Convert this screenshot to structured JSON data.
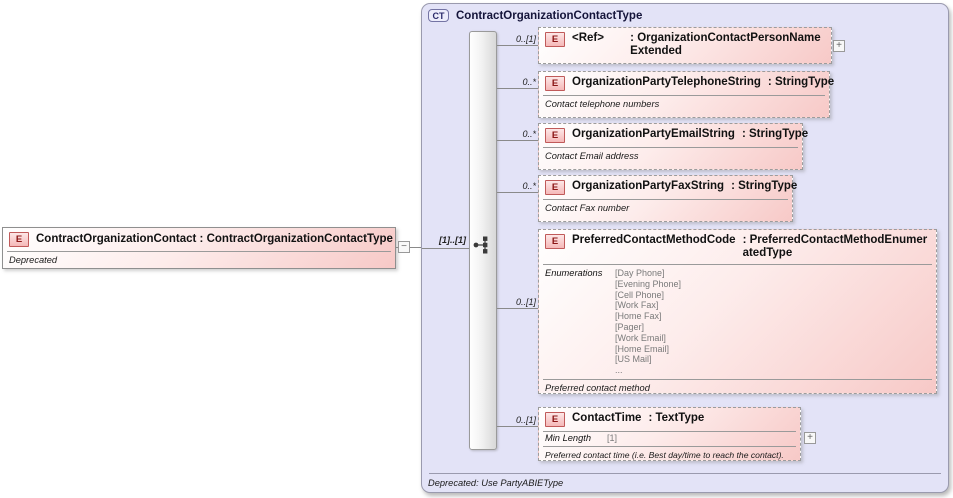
{
  "diagram": {
    "root_element": {
      "icon": "E",
      "title": "ContractOrganizationContact : ContractOrganizationContactType",
      "annotation": "Deprecated"
    },
    "connector": {
      "cardinality": "[1]..[1]",
      "collapse_glyph": "−",
      "expand_glyph": "+",
      "compositor": "sequence"
    },
    "complex_type": {
      "badge": "CT",
      "title": "ContractOrganizationContactType",
      "footer_annotation": "Deprecated: Use PartyABIEType",
      "children": [
        {
          "icon": "E",
          "name": "<Ref>",
          "type": ": OrganizationContactPersonNameExtended",
          "cardinality": "0..[1]"
        },
        {
          "icon": "E",
          "name": "OrganizationPartyTelephoneString",
          "type": ": StringType",
          "cardinality": "0..*",
          "annotation": "Contact telephone numbers"
        },
        {
          "icon": "E",
          "name": "OrganizationPartyEmailString",
          "type": ": StringType",
          "cardinality": "0..*",
          "annotation": "Contact Email address"
        },
        {
          "icon": "E",
          "name": "OrganizationPartyFaxString",
          "type": ": StringType",
          "cardinality": "0..*",
          "annotation": "Contact Fax number"
        },
        {
          "icon": "E",
          "name": "PreferredContactMethodCode",
          "type": ": PreferredContactMethodEnumeratedType",
          "cardinality": "0..[1]",
          "enumerations_label": "Enumerations",
          "enumerations": [
            "[Day Phone]",
            "[Evening Phone]",
            "[Cell Phone]",
            "[Work Fax]",
            "[Home Fax]",
            "[Pager]",
            "[Work Email]",
            "[Home Email]",
            "[US Mail]",
            "..."
          ],
          "annotation": "Preferred contact method"
        },
        {
          "icon": "E",
          "name": "ContactTime",
          "type": ": TextType",
          "cardinality": "0..[1]",
          "facet_label": "Min Length",
          "facet_value": "[1]",
          "annotation": "Preferred contact time (i.e. Best day/time to reach the contact)."
        }
      ]
    },
    "colors": {
      "container_fill": "#e3e3f7",
      "element_pink": "#f7c9c7",
      "badge_blue": "#2a2a6a",
      "element_red": "#8b1616"
    }
  }
}
